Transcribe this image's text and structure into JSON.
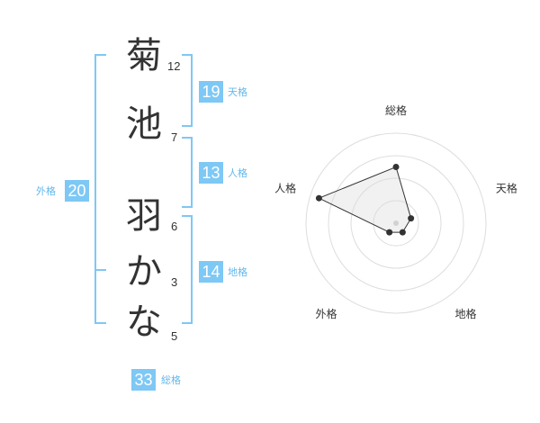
{
  "characters": [
    {
      "char": "菊",
      "strokes": "12"
    },
    {
      "char": "池",
      "strokes": "7"
    },
    {
      "char": "羽",
      "strokes": "6"
    },
    {
      "char": "か",
      "strokes": "3"
    },
    {
      "char": "な",
      "strokes": "5"
    }
  ],
  "kaku": {
    "tenkaku": {
      "value": "19",
      "label": "天格"
    },
    "jinkaku": {
      "value": "13",
      "label": "人格"
    },
    "chikaku": {
      "value": "14",
      "label": "地格"
    },
    "gaikaku": {
      "value": "20",
      "label": "外格"
    },
    "soukaku": {
      "value": "33",
      "label": "総格"
    }
  },
  "colors": {
    "accent": "#7ec8f5",
    "bracket": "#7ec8f5",
    "label": "#63b7ec"
  },
  "chart_data": {
    "type": "radar",
    "axes": [
      "総格",
      "天格",
      "地格",
      "外格",
      "人格"
    ],
    "values": [
      2.5,
      0.7,
      0.5,
      0.5,
      3.6
    ],
    "rmax": 4,
    "rings": 4
  }
}
